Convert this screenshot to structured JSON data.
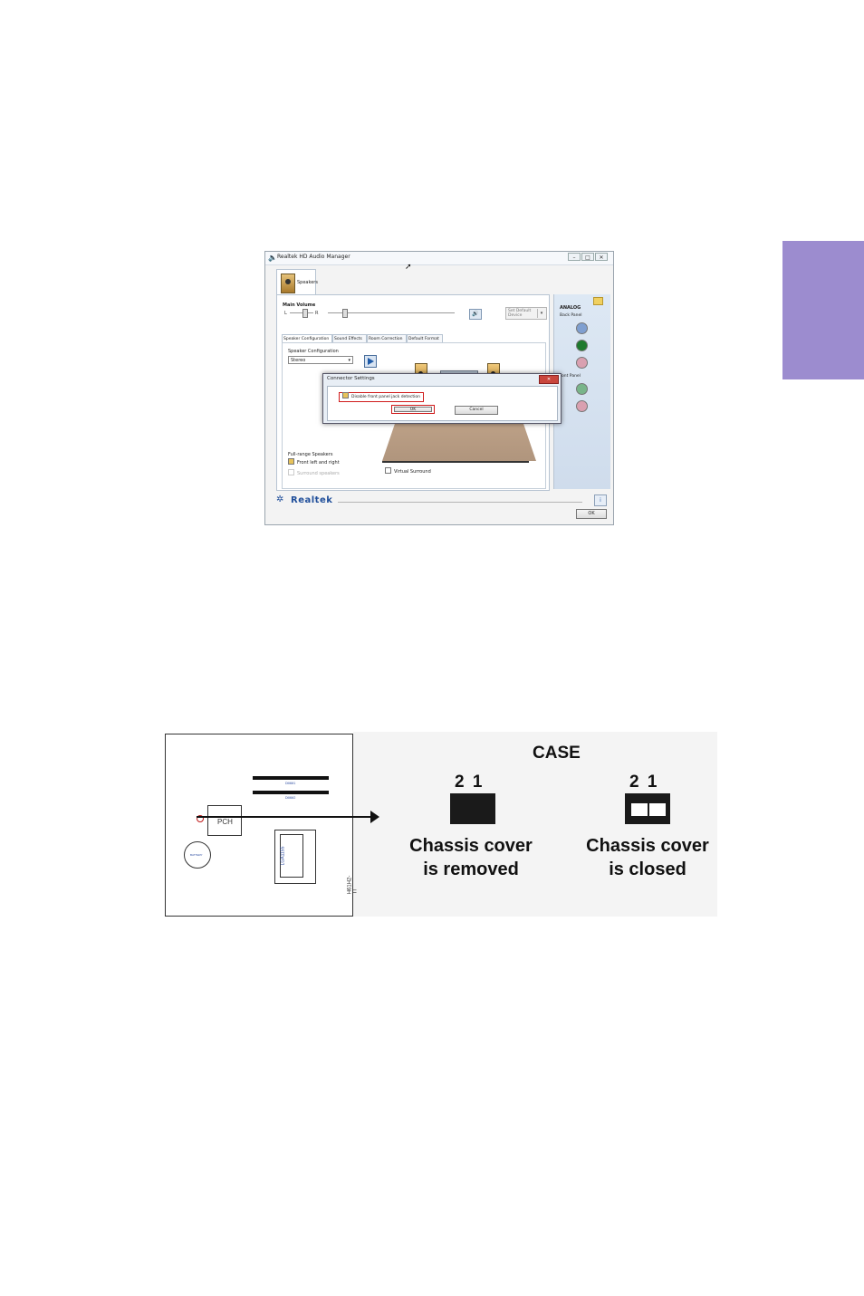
{
  "colors": {
    "side_tab": "#9c8ccf",
    "highlight_red": "#d01a1a",
    "realtek_blue": "#1f4e9a"
  },
  "window": {
    "title": "Realtek HD Audio Manager",
    "device_tab": "Speakers",
    "main_volume": {
      "title": "Main Volume",
      "left": "L",
      "right": "R"
    },
    "default_device": "Set Default Device",
    "tabs": [
      "Speaker Configuration",
      "Sound Effects",
      "Room Correction",
      "Default Format"
    ],
    "speaker_configuration": {
      "label": "Speaker Configuration",
      "selected": "Stereo",
      "full_range_label": "Full-range Speakers",
      "front_left_right": "Front left and right",
      "surround": "Surround speakers",
      "virtual_surround": "Virtual Surround"
    },
    "analog": {
      "title": "ANALOG",
      "back_panel": "Back Panel",
      "front_panel": "Front Panel"
    },
    "dialog": {
      "title": "Connector Settings",
      "checkbox_label": "Disable front panel jack detection",
      "ok": "OK",
      "cancel": "Cancel"
    },
    "brand": "Realtek",
    "ok": "OK"
  },
  "diagram": {
    "case_title": "CASE",
    "pin_numbers": "2 1",
    "open": {
      "caption_line1": "Chassis cover",
      "caption_line2": "is removed"
    },
    "closed": {
      "caption_line1": "Chassis cover",
      "caption_line2": "is closed"
    },
    "board": {
      "pch": "PCH",
      "socket": "LGA1155",
      "battery": "BATTERY",
      "dimm1": "DIMM1",
      "dimm2": "DIMM2",
      "model": "H61H2-TI"
    }
  }
}
